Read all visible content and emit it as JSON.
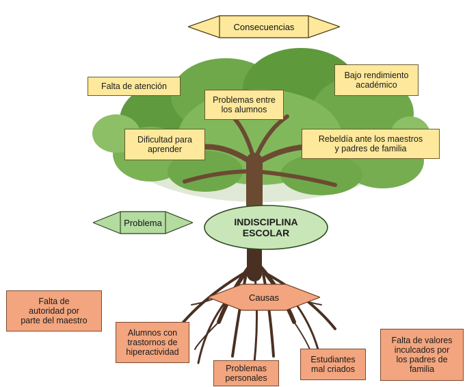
{
  "header": {
    "label": "Consecuencias"
  },
  "problem": {
    "label": "Problema"
  },
  "causes_header": {
    "label": "Causas"
  },
  "center": {
    "label": "INDISCIPLINA\nESCOLAR"
  },
  "consequences": [
    "Falta de atención",
    "Problemas entre\nlos alumnos",
    "Bajo rendimiento\nacadémico",
    "Dificultad para\naprender",
    "Rebeldía ante los maestros\ny padres de familia"
  ],
  "causes": [
    "Falta de\nautoridad por\nparte del maestro",
    "Alumnos con\ntrastornos de\nhiperactividad",
    "Problemas\npersonales",
    "Estudiantes\nmal criados",
    "Falta de valores\ninculcados por\nlos padres de\nfamilia"
  ],
  "colors": {
    "consequence_fill": "#fde89b",
    "cause_fill": "#f2a57e",
    "problem_fill": "#b4dba0",
    "foliage": "#6fa84a",
    "trunk": "#6b4a32",
    "roots": "#4a3022"
  }
}
